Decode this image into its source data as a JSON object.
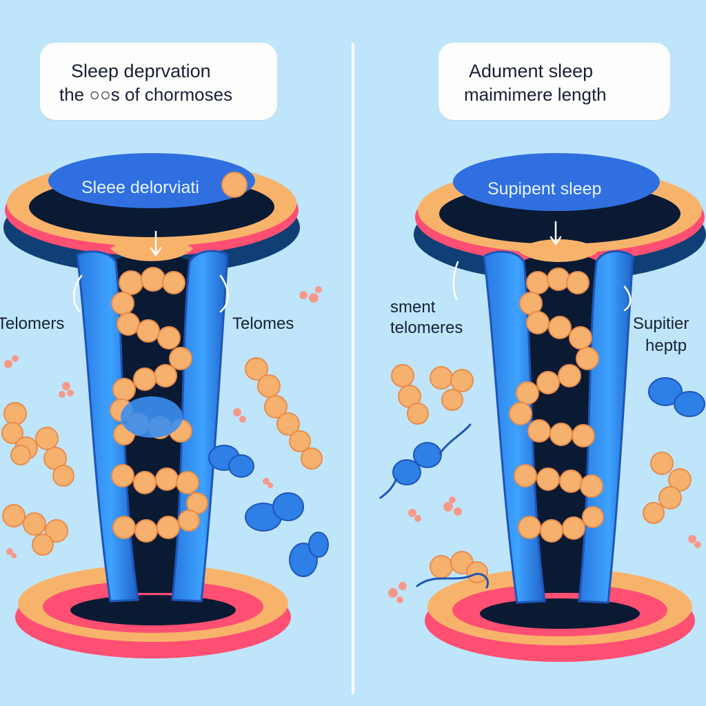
{
  "left_panel": {
    "title_line1": "Sleep deprvation",
    "title_line2": "the ○○s of chormoses",
    "pill_label": "Sleee delorviati",
    "label_left": "Telomers",
    "label_right": "Telomes"
  },
  "right_panel": {
    "title_line1": "Adument sleep",
    "title_line2": "maimimere length",
    "pill_label": "Supipent sleep",
    "label_left_line1": "sment",
    "label_left_line2": "telomeres",
    "label_right_line1": "Supitier",
    "label_right_line2": "heptp"
  },
  "colors": {
    "background": "#bfe5fb",
    "chromosome_blue": "#2e7fe6",
    "bead_orange": "#f7b16e",
    "ring_peach": "#f8b36b",
    "ring_pink": "#ff4f73",
    "ring_dark": "#0f3f75"
  }
}
